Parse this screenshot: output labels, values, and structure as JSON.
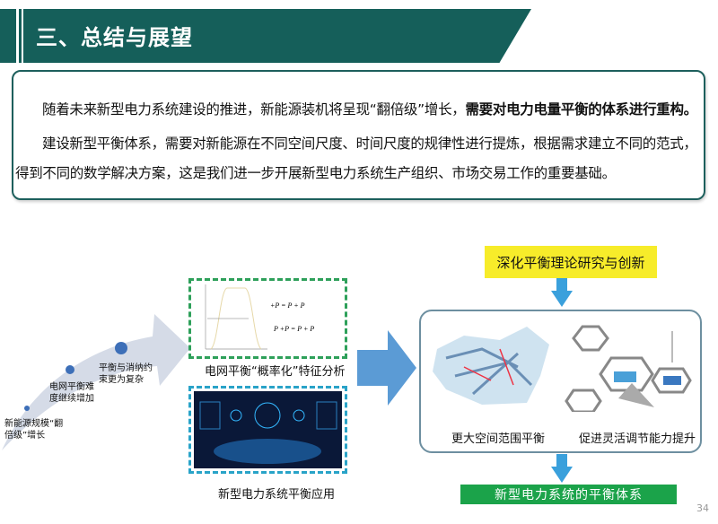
{
  "header": {
    "title": "三、总结与展望"
  },
  "summary": {
    "line1_normal": "随着未来新型电力系统建设的推进，新能源装机将呈现“翻倍级”增长，",
    "line1_bold": "需要对电力电量平衡的体系进行重构。",
    "line2": "建设新型平衡体系，需要对新能源在不同空间尺度、时间尺度的规律性进行提炼，根据需求建立不同的范式，",
    "line3": "得到不同的数学解决方案，这是我们进一步开展新型电力系统生产组织、市场交易工作的重要基础。"
  },
  "trend": {
    "steps": [
      "新能源规模“翻倍级”增长",
      "电网平衡难度继续增加",
      "平衡与消纳约束更为复杂"
    ]
  },
  "figures": {
    "prob_label": "电网平衡“概率化”特征分析",
    "app_label": "新型电力系统平衡应用"
  },
  "flow": {
    "top": "深化平衡理论研究与创新",
    "left_caption": "更大空间范围平衡",
    "right_caption": "促进灵活调节能力提升",
    "bottom": "新型电力系统的平衡体系"
  },
  "page_number": "34",
  "colors": {
    "teal": "#155f5a",
    "yellow": "#f7ec2a",
    "green": "#1ba34a",
    "arrow": "#3aa0dc"
  }
}
